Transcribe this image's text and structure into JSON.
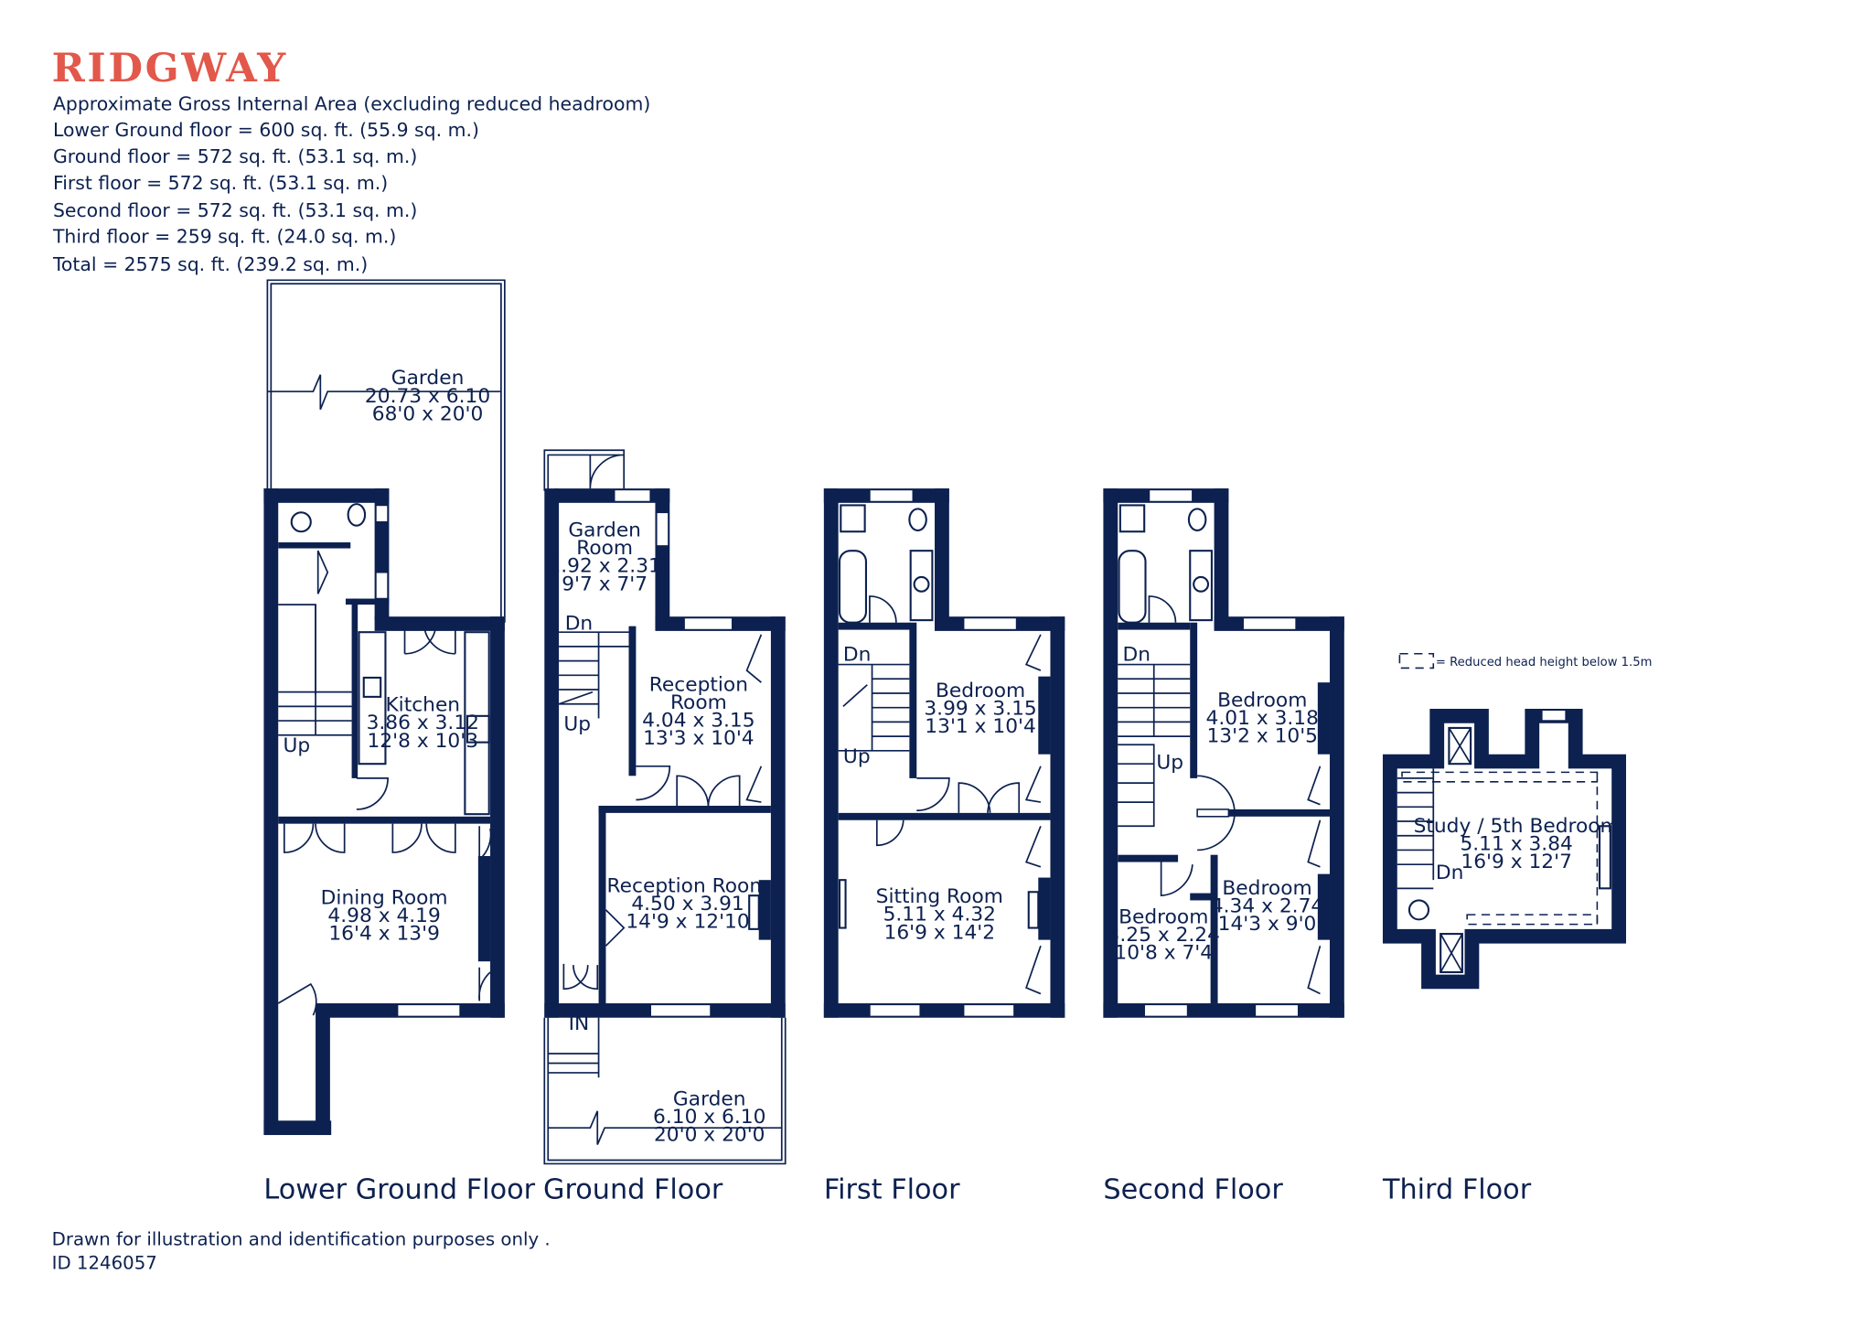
{
  "brand": "RIDGWAY",
  "area": {
    "heading": "Approximate Gross Internal Area  (excluding reduced headroom)",
    "lines": [
      "Lower Ground floor = 600 sq. ft. (55.9 sq. m.)",
      "Ground floor = 572 sq. ft. (53.1 sq. m.)",
      "First floor  = 572 sq. ft. (53.1 sq. m.)",
      "Second floor = 572 sq. ft. (53.1 sq. m.)",
      "Third floor = 259 sq. ft. (24.0 sq. m.)",
      "Total =  2575 sq. ft. (239.2 sq. m.)"
    ]
  },
  "rooms": {
    "lg_garden": [
      "Garden",
      "20.73 x 6.10",
      "68'0 x 20'0"
    ],
    "kitchen": [
      "Kitchen",
      "3.86 x 3.12",
      "12'8 x 10'3"
    ],
    "dining": [
      "Dining Room",
      "4.98 x 4.19",
      "16'4 x 13'9"
    ],
    "garden_room": [
      "Garden",
      "Room",
      "2.92 x 2.31",
      "9'7 x 7'7"
    ],
    "reception_1": [
      "Reception",
      "Room",
      "4.04 x 3.15",
      "13'3 x 10'4"
    ],
    "reception_2": [
      "Reception Room",
      "4.50 x 3.91",
      "14'9 x 12'10"
    ],
    "front_garden": [
      "Garden",
      "6.10 x 6.10",
      "20'0 x 20'0"
    ],
    "ff_bedroom": [
      "Bedroom",
      "3.99 x 3.15",
      "13'1 x 10'4"
    ],
    "sitting": [
      "Sitting Room",
      "5.11 x 4.32",
      "16'9 x 14'2"
    ],
    "sf_bedroom_1": [
      "Bedroom",
      "4.01 x 3.18",
      "13'2 x 10'5"
    ],
    "sf_bedroom_2": [
      "Bedroom",
      "4.34 x 2.74",
      "14'3 x 9'0"
    ],
    "sf_bedroom_3": [
      "Bedroom",
      "3.25 x 2.24",
      "10'8 x 7'4"
    ],
    "study": [
      "Study / 5th Bedroom",
      "5.11 x 3.84",
      "16'9 x 12'7"
    ]
  },
  "labels": {
    "up": "Up",
    "dn": "Dn",
    "in": "IN",
    "legend": "= Reduced head height below 1.5m"
  },
  "floors": {
    "lower_ground": "Lower Ground Floor",
    "ground": "Ground Floor",
    "first": "First Floor",
    "second": "Second Floor",
    "third": "Third Floor"
  },
  "footer": {
    "disclaimer": "Drawn for illustration and identification purposes only .",
    "id": "ID 1246057"
  },
  "colors": {
    "brand": "#e2584a",
    "wall": "#0d2150",
    "text": "#0d2150",
    "background": "#ffffff"
  }
}
